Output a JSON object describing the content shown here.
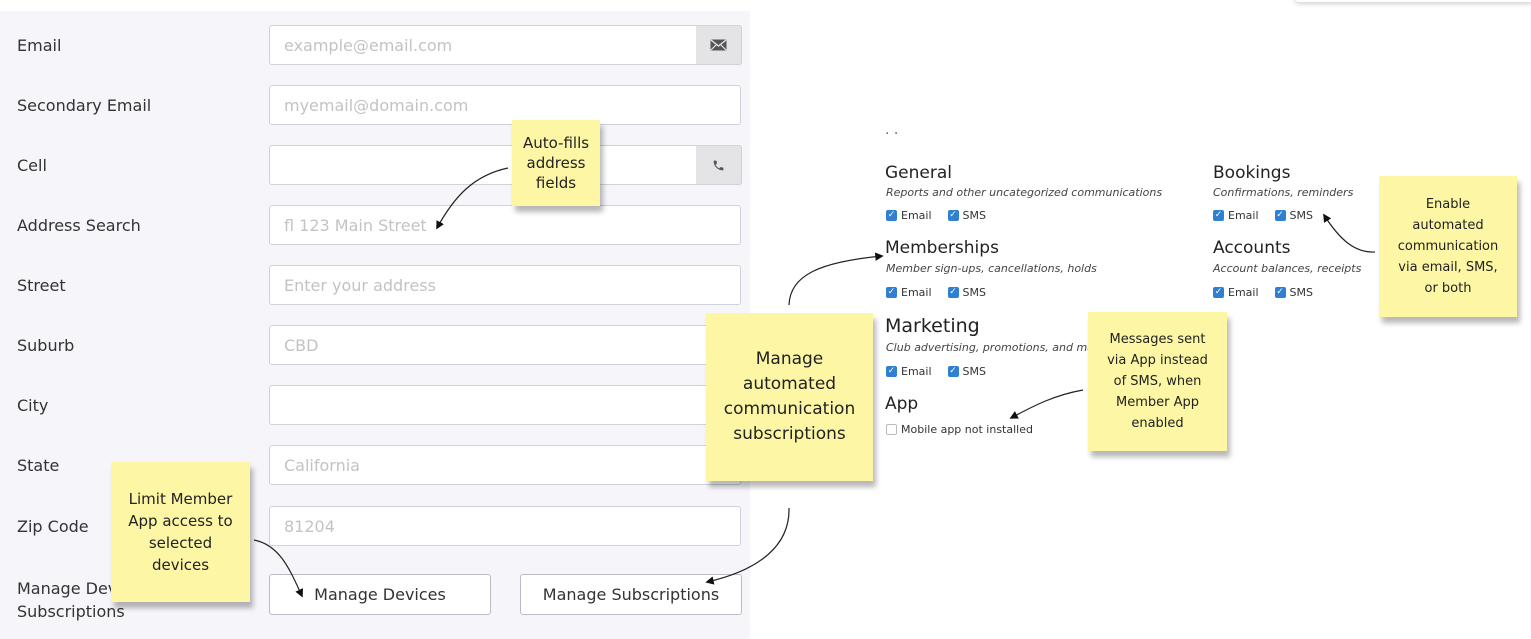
{
  "form": {
    "email": {
      "label": "Email",
      "placeholder": "example@email.com",
      "addon_icon": "envelope-icon"
    },
    "secondary_email": {
      "label": "Secondary Email",
      "placeholder": "myemail@domain.com"
    },
    "cell": {
      "label": "Cell",
      "value": "",
      "addon_icon": "phone-icon"
    },
    "address_search": {
      "label": "Address Search",
      "placeholder": "fl 123 Main Street"
    },
    "street": {
      "label": "Street",
      "placeholder": "Enter your address"
    },
    "suburb": {
      "label": "Suburb",
      "placeholder": "CBD"
    },
    "city": {
      "label": "City",
      "value": ""
    },
    "state": {
      "label": "State",
      "placeholder": "California"
    },
    "zip": {
      "label": "Zip Code",
      "placeholder": "81204"
    },
    "manage": {
      "label_line1": "Manage Dev",
      "label_line2": "Subscriptions",
      "devices_button": "Manage Devices",
      "subscriptions_button": "Manage Subscriptions"
    }
  },
  "notifications": {
    "cut_heading": "·  ·",
    "general": {
      "title": "General",
      "desc": "Reports and other uncategorized communications",
      "email": "Email",
      "sms": "SMS",
      "email_checked": true,
      "sms_checked": true
    },
    "bookings": {
      "title": "Bookings",
      "desc": "Confirmations, reminders",
      "email": "Email",
      "sms": "SMS",
      "email_checked": true,
      "sms_checked": true
    },
    "memberships": {
      "title": "Memberships",
      "desc": "Member sign-ups, cancellations, holds",
      "email": "Email",
      "sms": "SMS",
      "email_checked": true,
      "sms_checked": true
    },
    "accounts": {
      "title": "Accounts",
      "desc": "Account balances, receipts",
      "email": "Email",
      "sms": "SMS",
      "email_checked": true,
      "sms_checked": true
    },
    "marketing": {
      "title": "Marketing",
      "desc": "Club advertising, promotions, and ma",
      "email": "Email",
      "sms": "SMS",
      "email_checked": true,
      "sms_checked": true
    },
    "app": {
      "title": "App",
      "option": "Mobile app not installed",
      "checked": false
    }
  },
  "notes": {
    "autofill": [
      "Auto-fills",
      "address",
      "fields"
    ],
    "limit_app": [
      "Limit Member",
      "App access to",
      "selected",
      "devices"
    ],
    "manage_comm": [
      "Manage",
      "automated",
      "communication",
      "subscriptions"
    ],
    "messages_app": [
      "Messages sent",
      "via App instead",
      "of SMS, when",
      "Member App",
      "enabled"
    ],
    "enable_auto": [
      "Enable",
      "automated",
      "communication",
      "via email, SMS,",
      "or both"
    ]
  },
  "colors": {
    "note_yellow": "#fdf6a4",
    "checkbox_blue": "#2f80d0",
    "panel_bg": "#f5f5fa"
  }
}
